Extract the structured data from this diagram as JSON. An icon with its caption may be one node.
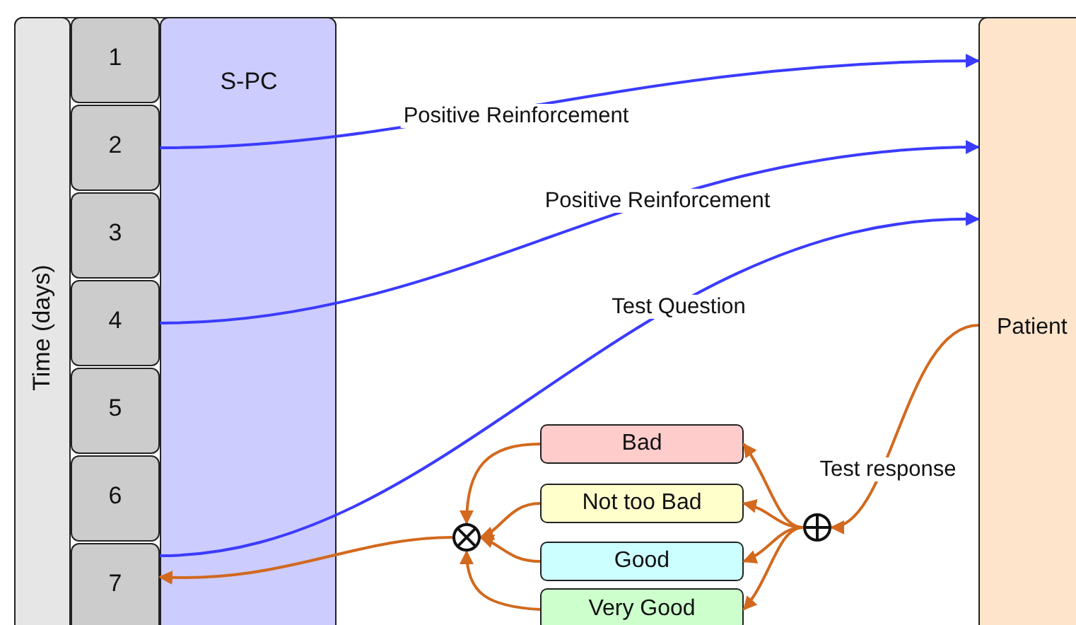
{
  "diagram": {
    "nodes": [
      {
        "text": [
          "Time (days)"
        ]
      },
      {
        "text": [
          "1"
        ]
      },
      {
        "text": [
          "2"
        ]
      },
      {
        "text": [
          "3"
        ]
      },
      {
        "text": [
          "4"
        ]
      },
      {
        "text": [
          "5"
        ]
      },
      {
        "text": [
          "6"
        ]
      },
      {
        "text": [
          "7"
        ]
      },
      {
        "text": [
          "S-PC"
        ]
      },
      {
        "text": [
          "Patient"
        ]
      },
      {
        "text": [
          "Bad"
        ]
      },
      {
        "text": [
          "Not too Bad"
        ]
      },
      {
        "text": [
          "Good"
        ]
      },
      {
        "text": [
          "Very Good"
        ]
      },
      {
        "text": [],
        "shape": "circle"
      },
      {
        "text": [],
        "shape": "circle"
      }
    ],
    "edges": [
      {
        "from": 2,
        "to": 9,
        "arrow": "to",
        "label": "Positive Reinforcement",
        "color": "#3b3bff"
      },
      {
        "from": 4,
        "to": 9,
        "arrow": "to",
        "label": "Positive Reinforcement",
        "color": "#3b3bff"
      },
      {
        "from": 7,
        "to": 9,
        "arrow": "to",
        "label": "Test Question",
        "color": "#3b3bff"
      },
      {
        "from": 9,
        "to": 15,
        "arrow": "to",
        "label": "Test response"
      },
      {
        "from": 15,
        "to": 10,
        "arrow": "to"
      },
      {
        "from": 15,
        "to": 11,
        "arrow": "to"
      },
      {
        "from": 15,
        "to": 12,
        "arrow": "to"
      },
      {
        "from": 15,
        "to": 13,
        "arrow": "to"
      },
      {
        "from": 10,
        "to": 14,
        "arrow": "to"
      },
      {
        "from": 11,
        "to": 14,
        "arrow": "to"
      },
      {
        "from": 12,
        "to": 14,
        "arrow": "to"
      },
      {
        "from": 13,
        "to": 14,
        "arrow": "to"
      },
      {
        "from": 14,
        "to": 7,
        "arrow": "to"
      }
    ]
  }
}
